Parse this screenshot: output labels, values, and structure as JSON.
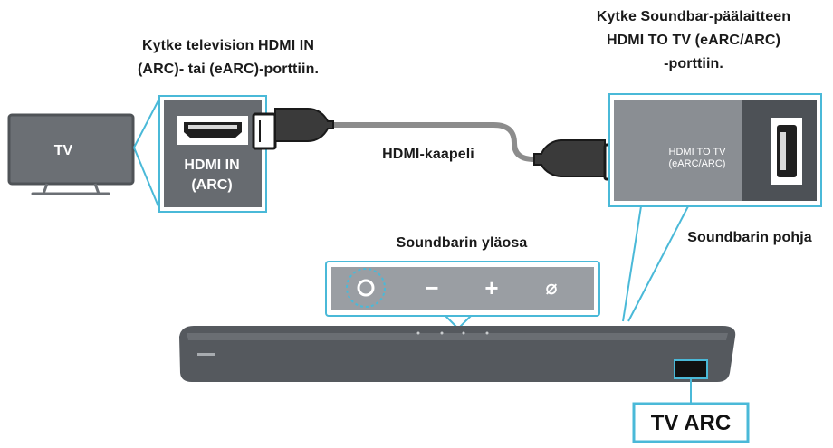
{
  "labels": {
    "tv_hdmi_in": {
      "line1": "Kytke television HDMI IN",
      "line2": "(ARC)- tai (eARC)-porttiin."
    },
    "soundbar_hdmi": {
      "line1": "Kytke Soundbar-päälaitteen",
      "line2": "HDMI TO TV (eARC/ARC)",
      "line3": "-porttiin."
    },
    "cable": "HDMI-kaapeli",
    "soundbar_top": "Soundbarin yläosa",
    "soundbar_bottom": "Soundbarin pohja"
  },
  "tv": {
    "label": "TV"
  },
  "tv_port": {
    "line1": "HDMI IN",
    "line2": "(ARC)"
  },
  "soundbar_port": {
    "line1": "HDMI TO TV",
    "line2": "(eARC/ARC)"
  },
  "soundbar_buttons": [
    "−",
    "+",
    "⌀"
  ],
  "tv_arc_label": "TV ARC",
  "colors": {
    "callout": "#4ab9d8",
    "tv_panel": "#6b6f74",
    "hdmi_in_panel": "#676b70",
    "soundbar": "#55595e",
    "soundbar_port_panel": "#8a8e93",
    "control_panel": "#9a9ea3",
    "cable": "#8c8c8c"
  },
  "icons": [
    "tv-icon",
    "hdmi-port-icon",
    "hdmi-plug-icon",
    "power-button-icon",
    "soundbar-icon"
  ]
}
